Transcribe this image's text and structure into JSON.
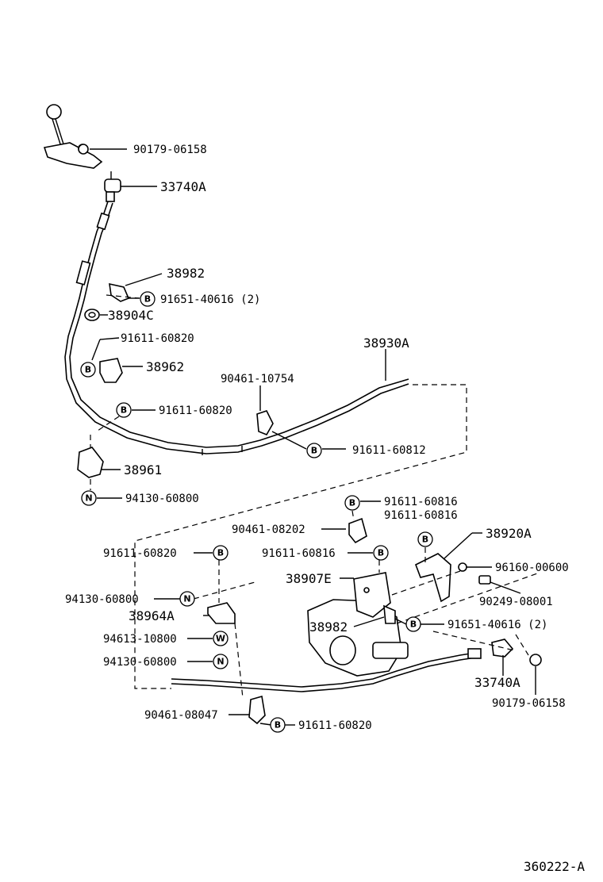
{
  "diagram_id": "360222-A",
  "callouts": [
    {
      "key": "c01",
      "text": "90179-06158",
      "size": "normal"
    },
    {
      "key": "c02",
      "text": "33740A",
      "size": "big"
    },
    {
      "key": "c03",
      "text": "38982",
      "size": "big"
    },
    {
      "key": "c04",
      "text": "91651-40616 (2)",
      "size": "normal"
    },
    {
      "key": "c05",
      "text": "38904C",
      "size": "big"
    },
    {
      "key": "c06",
      "text": "91611-60820",
      "size": "normal"
    },
    {
      "key": "c07",
      "text": "38962",
      "size": "big"
    },
    {
      "key": "c08",
      "text": "38930A",
      "size": "big"
    },
    {
      "key": "c09",
      "text": "90461-10754",
      "size": "normal"
    },
    {
      "key": "c10",
      "text": "91611-60820",
      "size": "normal"
    },
    {
      "key": "c11",
      "text": "91611-60812",
      "size": "normal"
    },
    {
      "key": "c12",
      "text": "38961",
      "size": "big"
    },
    {
      "key": "c13",
      "text": "94130-60800",
      "size": "normal"
    },
    {
      "key": "c14",
      "text": "91611-60816",
      "size": "normal"
    },
    {
      "key": "c15",
      "text": "91611-60816",
      "size": "normal"
    },
    {
      "key": "c16",
      "text": "90461-08202",
      "size": "normal"
    },
    {
      "key": "c17",
      "text": "38920A",
      "size": "big"
    },
    {
      "key": "c18",
      "text": "91611-60820",
      "size": "normal"
    },
    {
      "key": "c19",
      "text": "91611-60816",
      "size": "normal"
    },
    {
      "key": "c20",
      "text": "96160-00600",
      "size": "normal"
    },
    {
      "key": "c21",
      "text": "38907E",
      "size": "big"
    },
    {
      "key": "c22",
      "text": "90249-08001",
      "size": "normal"
    },
    {
      "key": "c23",
      "text": "94130-60800",
      "size": "normal"
    },
    {
      "key": "c24",
      "text": "38964A",
      "size": "big"
    },
    {
      "key": "c25",
      "text": "38982",
      "size": "big"
    },
    {
      "key": "c26",
      "text": "91651-40616 (2)",
      "size": "normal"
    },
    {
      "key": "c27",
      "text": "94613-10800",
      "size": "normal"
    },
    {
      "key": "c28",
      "text": "94130-60800",
      "size": "normal"
    },
    {
      "key": "c29",
      "text": "33740A",
      "size": "big"
    },
    {
      "key": "c30",
      "text": "90179-06158",
      "size": "normal"
    },
    {
      "key": "c31",
      "text": "90461-08047",
      "size": "normal"
    },
    {
      "key": "c32",
      "text": "91611-60820",
      "size": "normal"
    }
  ],
  "markers": {
    "m01": "B",
    "m02": "B",
    "m03": "B",
    "m04": "B",
    "m05": "N",
    "m06": "B",
    "m07": "B",
    "m08": "B",
    "m09": "B",
    "m10": "N",
    "m11": "B",
    "m12": "W",
    "m13": "N",
    "m14": "B"
  }
}
